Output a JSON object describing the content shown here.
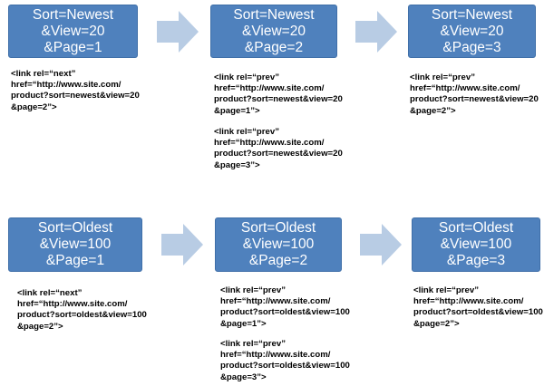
{
  "rows": [
    {
      "boxes": [
        {
          "lines": [
            "Sort=Newest",
            "&View=20",
            "&Page=1"
          ]
        },
        {
          "lines": [
            "Sort=Newest",
            "&View=20",
            "&Page=2"
          ]
        },
        {
          "lines": [
            "Sort=Newest",
            "&View=20",
            "&Page=3"
          ]
        }
      ],
      "notes": [
        {
          "blocks": [
            [
              "<link rel=“next”",
              "href=“http://www.site.com/",
              "product?sort=newest&view=20",
              "&page=2”>"
            ]
          ]
        },
        {
          "blocks": [
            [
              "<link rel=“prev”",
              "href=“http://www.site.com/",
              "product?sort=newest&view=20",
              "&page=1”>"
            ],
            [
              "<link rel=“prev”",
              "href=“http://www.site.com/",
              "product?sort=newest&view=20",
              "&page=3”>"
            ]
          ]
        },
        {
          "blocks": [
            [
              "<link rel=“prev”",
              "href=“http://www.site.com/",
              "product?sort=newest&view=20",
              "&page=2”>"
            ]
          ]
        }
      ]
    },
    {
      "boxes": [
        {
          "lines": [
            "Sort=Oldest",
            "&View=100",
            "&Page=1"
          ]
        },
        {
          "lines": [
            "Sort=Oldest",
            "&View=100",
            "&Page=2"
          ]
        },
        {
          "lines": [
            "Sort=Oldest",
            "&View=100",
            "&Page=3"
          ]
        }
      ],
      "notes": [
        {
          "blocks": [
            [
              "<link rel=“next”",
              "href=“http://www.site.com/",
              "product?sort=oldest&view=100",
              "&page=2”>"
            ]
          ]
        },
        {
          "blocks": [
            [
              "<link rel=“prev”",
              "href=“http://www.site.com/",
              "product?sort=oldest&view=100",
              "&page=1”>"
            ],
            [
              "<link rel=“prev”",
              "href=“http://www.site.com/",
              "product?sort=oldest&view=100",
              "&page=3”>"
            ]
          ]
        },
        {
          "blocks": [
            [
              "<link rel=“prev”",
              "href=“http://www.site.com/",
              "product?sort=oldest&view=100",
              "&page=2”>"
            ]
          ]
        }
      ]
    }
  ],
  "colors": {
    "box_fill": "#4f81bd",
    "arrow_fill": "#b8cce4"
  }
}
